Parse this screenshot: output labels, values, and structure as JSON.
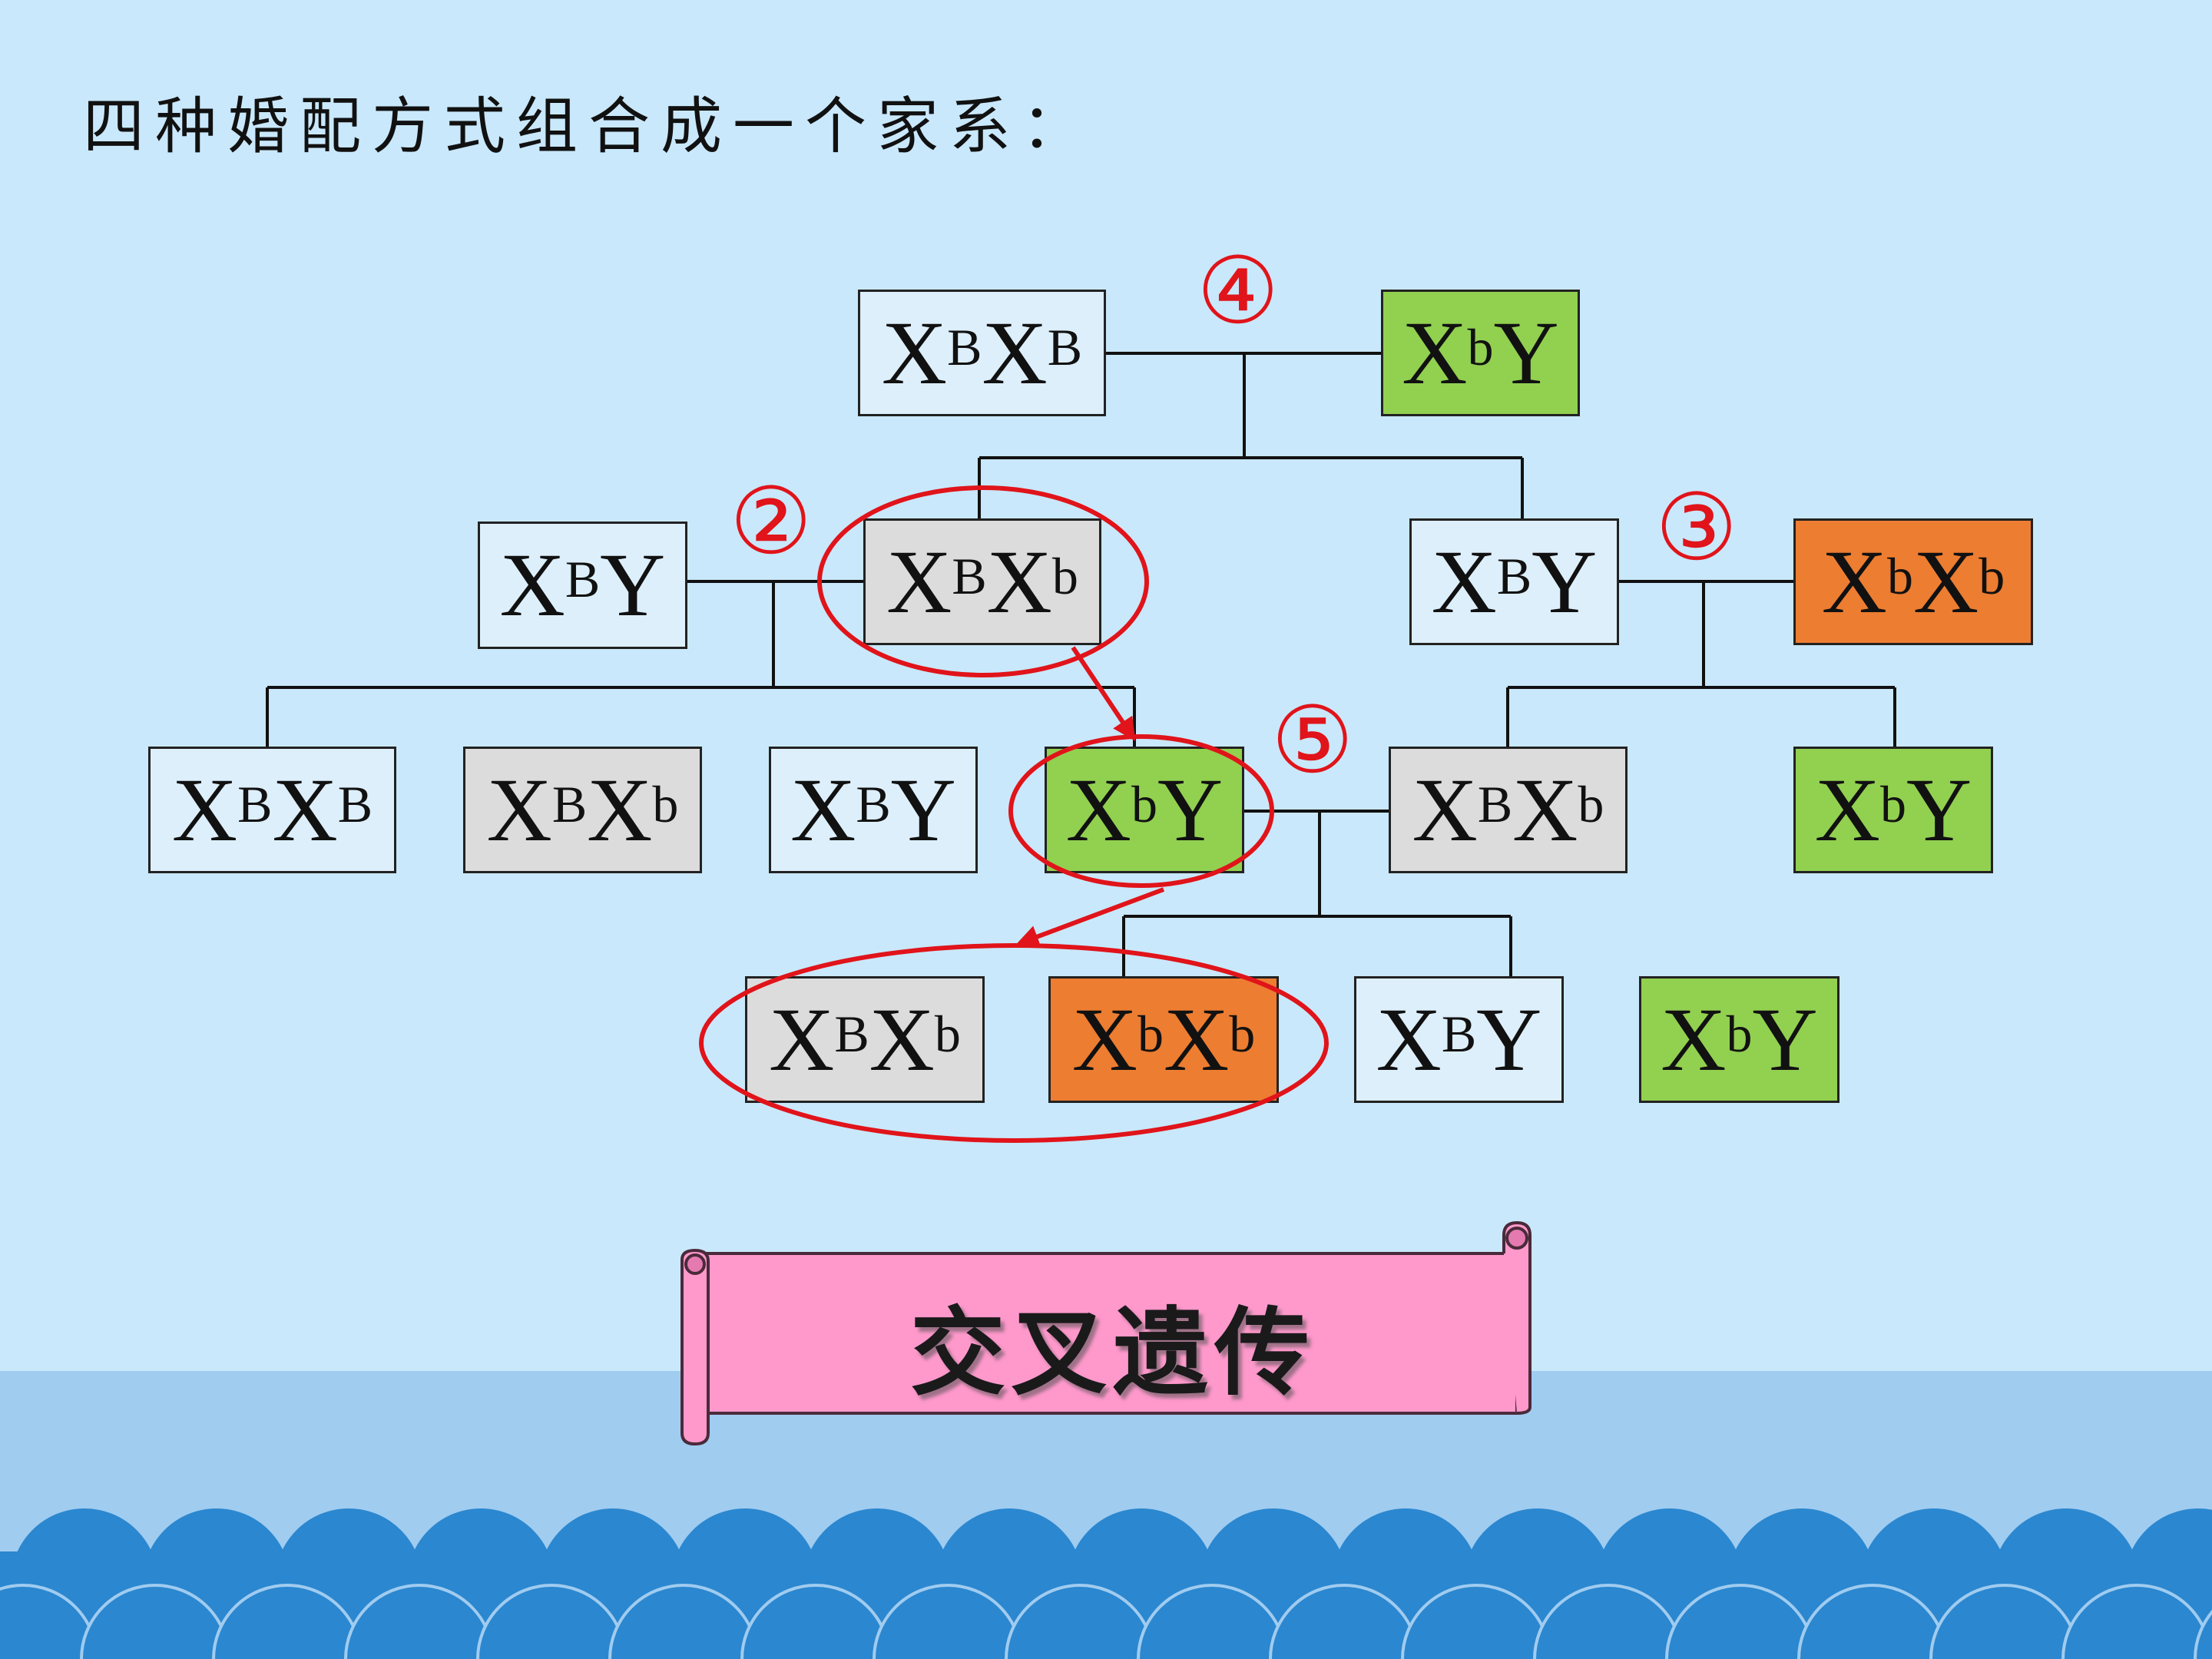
{
  "heading": "四种婚配方式组合成一个家系：",
  "banner": "交叉遗传",
  "markers": [
    "④",
    "②",
    "③",
    "⑤"
  ],
  "boxes": [
    {
      "id": "g1-female",
      "base": "X",
      "s1": "B",
      "mid": "X",
      "s2": "B",
      "color": "white"
    },
    {
      "id": "g1-male",
      "base": "X",
      "s1": "b",
      "mid": "Y",
      "s2": "",
      "color": "green"
    },
    {
      "id": "g2-left-male",
      "base": "X",
      "s1": "B",
      "mid": "Y",
      "s2": "",
      "color": "white"
    },
    {
      "id": "g2-carrier-female",
      "base": "X",
      "s1": "B",
      "mid": "X",
      "s2": "b",
      "color": "gray"
    },
    {
      "id": "g2-right-male",
      "base": "X",
      "s1": "B",
      "mid": "Y",
      "s2": "",
      "color": "white"
    },
    {
      "id": "g2-affected-female",
      "base": "X",
      "s1": "b",
      "mid": "X",
      "s2": "b",
      "color": "orange"
    },
    {
      "id": "g3-1",
      "base": "X",
      "s1": "B",
      "mid": "X",
      "s2": "B",
      "color": "white"
    },
    {
      "id": "g3-2",
      "base": "X",
      "s1": "B",
      "mid": "X",
      "s2": "b",
      "color": "gray"
    },
    {
      "id": "g3-3",
      "base": "X",
      "s1": "B",
      "mid": "Y",
      "s2": "",
      "color": "white"
    },
    {
      "id": "g3-4",
      "base": "X",
      "s1": "b",
      "mid": "Y",
      "s2": "",
      "color": "green"
    },
    {
      "id": "g3-5",
      "base": "X",
      "s1": "B",
      "mid": "X",
      "s2": "b",
      "color": "gray"
    },
    {
      "id": "g3-6",
      "base": "X",
      "s1": "b",
      "mid": "Y",
      "s2": "",
      "color": "green"
    },
    {
      "id": "g4-1",
      "base": "X",
      "s1": "B",
      "mid": "X",
      "s2": "b",
      "color": "gray"
    },
    {
      "id": "g4-2",
      "base": "X",
      "s1": "b",
      "mid": "X",
      "s2": "b",
      "color": "orange"
    },
    {
      "id": "g4-3",
      "base": "X",
      "s1": "B",
      "mid": "Y",
      "s2": "",
      "color": "white"
    },
    {
      "id": "g4-4",
      "base": "X",
      "s1": "b",
      "mid": "Y",
      "s2": "",
      "color": "green"
    }
  ],
  "colors": {
    "background": "#c9e8fb",
    "white": "#ddeffb",
    "gray": "#dcdcdc",
    "green": "#92d050",
    "orange": "#ed7d31",
    "highlight": "#e0141a",
    "banner": "#ff99cc",
    "wave": "#2b87cf"
  }
}
